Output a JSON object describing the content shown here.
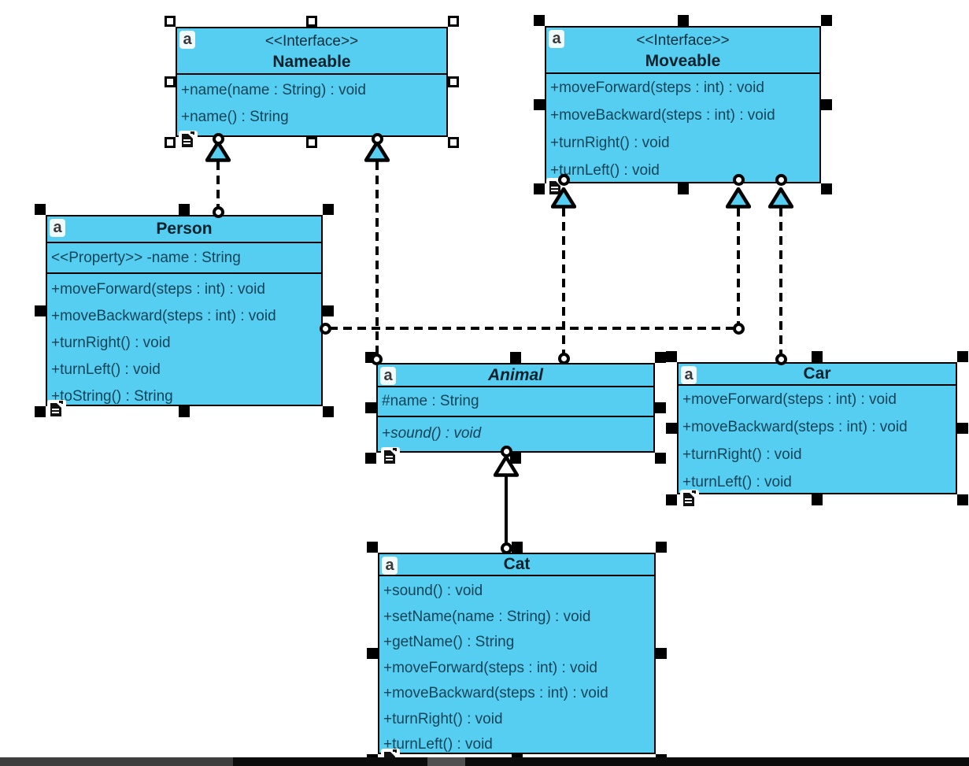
{
  "diagram": {
    "annotation_badge": "a",
    "classes": {
      "nameable": {
        "stereotype": "<<Interface>>",
        "name": "Nameable",
        "methods": [
          "+name(name : String) : void",
          "+name() : String"
        ]
      },
      "moveable": {
        "stereotype": "<<Interface>>",
        "name": "Moveable",
        "methods": [
          "+moveForward(steps : int) : void",
          "+moveBackward(steps : int) : void",
          "+turnRight() : void",
          "+turnLeft() : void"
        ]
      },
      "person": {
        "name": "Person",
        "attributes": [
          "<<Property>> -name : String"
        ],
        "methods": [
          "+moveForward(steps : int) : void",
          "+moveBackward(steps : int) : void",
          "+turnRight() : void",
          "+turnLeft() : void",
          "+toString() : String"
        ]
      },
      "animal": {
        "name": "Animal",
        "abstract": true,
        "attributes": [
          "#name : String"
        ],
        "methods": [
          "+sound() : void"
        ]
      },
      "car": {
        "name": "Car",
        "methods": [
          "+moveForward(steps : int) : void",
          "+moveBackward(steps : int) : void",
          "+turnRight() : void",
          "+turnLeft() : void"
        ]
      },
      "cat": {
        "name": "Cat",
        "methods": [
          "+sound() : void",
          "+setName(name : String) : void",
          "+getName() : String",
          "+moveForward(steps : int) : void",
          "+moveBackward(steps : int) : void",
          "+turnRight() : void",
          "+turnLeft() : void"
        ]
      }
    },
    "relationships": [
      {
        "type": "realization",
        "from": "Person",
        "to": "Nameable"
      },
      {
        "type": "realization",
        "from": "Animal",
        "to": "Nameable"
      },
      {
        "type": "realization",
        "from": "Animal",
        "to": "Moveable"
      },
      {
        "type": "realization",
        "from": "Person",
        "to": "Moveable"
      },
      {
        "type": "realization",
        "from": "Car",
        "to": "Moveable"
      },
      {
        "type": "generalization",
        "from": "Cat",
        "to": "Animal"
      }
    ],
    "colors": {
      "class_fill": "#55CEF2",
      "border": "#000000",
      "member_text": "#134457",
      "realization_triangle_fill": "#55CEF2",
      "generalization_triangle_fill": "#FFFFFF",
      "scrollbar_track_left": "#3E3E3E",
      "scrollbar_track": "#0C0C0C",
      "scrollbar_thumb": "#505050"
    }
  }
}
